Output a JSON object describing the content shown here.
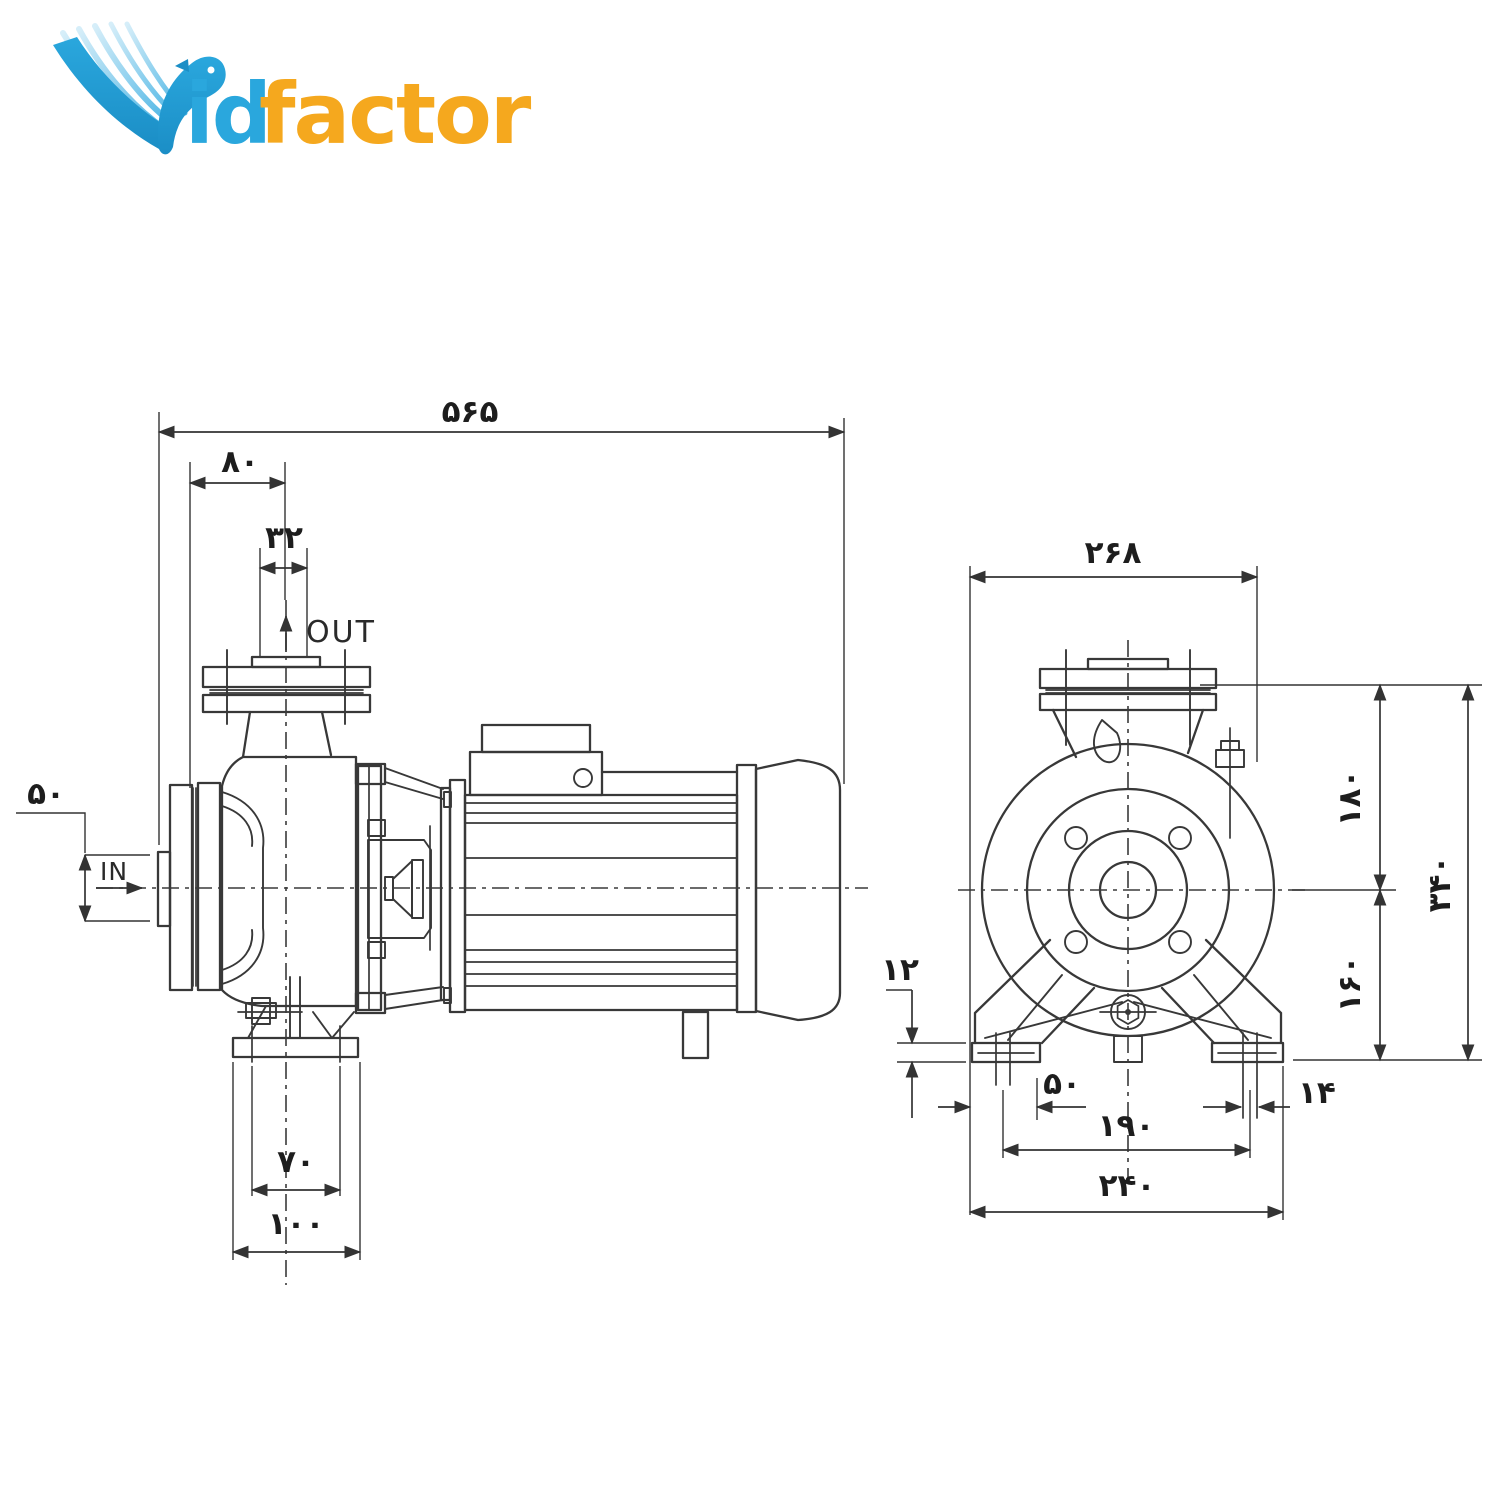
{
  "logo": {
    "word_part1": "id",
    "word_part2": "factor",
    "icon": "bird-wing-icon",
    "colors": {
      "blue": "#2AA7DD",
      "light_blue": "#A8DCF4",
      "orange": "#F5A81E"
    }
  },
  "drawing": {
    "type": "pump-dimension-drawing",
    "line_color": "#383838",
    "side_view": {
      "label_out": "OUT",
      "label_in": "IN",
      "dim_overall_length": "۵۶۵",
      "dim_inlet_face_to_outlet_axis": "۸۰",
      "dim_outlet_bore": "۳۲",
      "dim_inlet_bore": "۵۰",
      "dim_foot_bolt_spacing": "۷۰",
      "dim_foot_length": "۱۰۰"
    },
    "front_view": {
      "dim_overall_width": "۲۶۸",
      "dim_axis_to_top": "۱۸۰",
      "dim_overall_height": "۳۴۰",
      "dim_axis_to_base": "۱۶۰",
      "dim_base_plate_thickness": "۱۲",
      "dim_edge_to_slot": "۵۰",
      "dim_slot_width": "۱۴",
      "dim_bolt_slot_spacing": "۱۹۰",
      "dim_base_width": "۲۴۰"
    }
  }
}
